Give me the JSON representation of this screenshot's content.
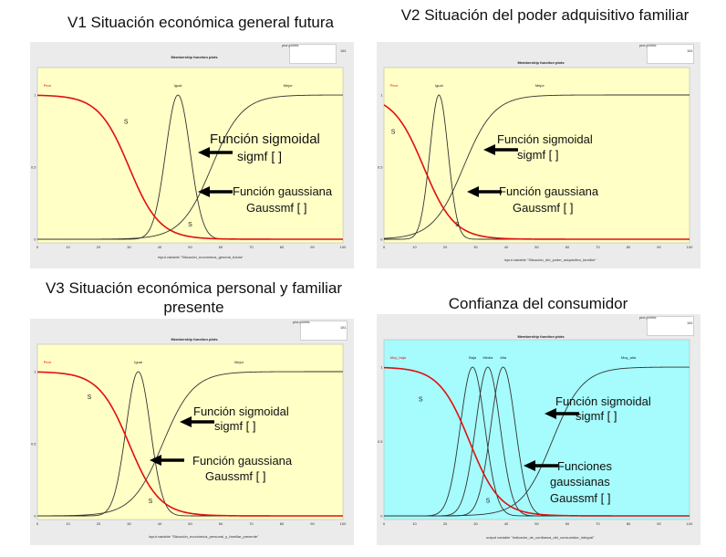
{
  "panels": [
    {
      "title": "V1 Situación económica general futura",
      "plot_title": "Membership function plots",
      "plot_points_label": "plot points:",
      "plot_points": "181",
      "xlabel": "input variable \"Situación_económica_general_futura\"",
      "annotations": {
        "sigmoid_name": "Función sigmoidal",
        "sigmoid_fn": "sigmf [    ]",
        "gauss_name": "Función gaussiana",
        "gauss_fn": "Gaussmf [    ]"
      }
    },
    {
      "title": "V2 Situación del poder adquisitivo familiar",
      "plot_title": "Membership function plots",
      "plot_points_label": "plot points:",
      "plot_points": "181",
      "xlabel": "input variable \"Situación_del_poder_adquisitivo_familiar\"",
      "annotations": {
        "sigmoid_name": "Función sigmoidal",
        "sigmoid_fn": "sigmf [    ]",
        "gauss_name": "Función gaussiana",
        "gauss_fn": "Gaussmf [    ]"
      }
    },
    {
      "title": "V3 Situación económica personal y familiar presente",
      "plot_title": "Membership function plots",
      "plot_points_label": "plot points:",
      "plot_points": "181",
      "xlabel": "input variable \"Situación_económica_personal_y_familiar_presente\"",
      "annotations": {
        "sigmoid_name": "Función sigmoidal",
        "sigmoid_fn": "sigmf [    ]",
        "gauss_name": "Función gaussiana",
        "gauss_fn": "Gaussmf [    ]"
      }
    },
    {
      "title": "Confianza del consumidor",
      "plot_title": "Membership function plots",
      "plot_points_label": "plot points:",
      "plot_points": "181",
      "xlabel": "output variable \"Indicador_de_confianza_del_consumidor_integral\"",
      "annotations": {
        "sigmoid_name": "Función sigmoidal",
        "sigmoid_fn": "sigmf [    ]",
        "gauss_name_1": "Funciones",
        "gauss_name_2": "gaussianas",
        "gauss_fn": "Gaussmf [    ]"
      }
    }
  ],
  "colors": {
    "plot_bg_yellow": "#ffffc6",
    "plot_bg_cyan": "#a6fbfc",
    "selected_curve": "#e01010",
    "curve": "#333333",
    "screen_bg": "#ebebeb"
  },
  "chart_data": [
    {
      "type": "line",
      "xlim": [
        0,
        100
      ],
      "ylim": [
        0,
        1
      ],
      "xticks": [
        "0",
        "10",
        "20",
        "30",
        "40",
        "50",
        "60",
        "70",
        "80",
        "90",
        "100"
      ],
      "yticks": [
        "0",
        "0.5",
        "1"
      ],
      "series": [
        {
          "name": "Peor",
          "kind": "sigmf",
          "a": -0.2,
          "c": 30,
          "selected": true
        },
        {
          "name": "Igual",
          "kind": "gaussmf",
          "sigma": 4,
          "c": 46
        },
        {
          "name": "Mejor",
          "kind": "sigmf",
          "a": 0.2,
          "c": 57
        }
      ],
      "letters": [
        {
          "text": "S",
          "x": 29,
          "y": 0.8
        },
        {
          "text": "S",
          "x": 50,
          "y": 0.09
        }
      ]
    },
    {
      "type": "line",
      "xlim": [
        0,
        100
      ],
      "ylim": [
        0,
        1
      ],
      "xticks": [
        "0",
        "10",
        "20",
        "30",
        "40",
        "50",
        "60",
        "70",
        "80",
        "90",
        "100"
      ],
      "yticks": [
        "0",
        "0.5",
        "1"
      ],
      "series": [
        {
          "name": "Peor",
          "kind": "sigmf",
          "a": -0.2,
          "c": 13,
          "selected": true
        },
        {
          "name": "Igual",
          "kind": "gaussmf",
          "sigma": 3,
          "c": 18
        },
        {
          "name": "Mejor",
          "kind": "sigmf",
          "a": 0.2,
          "c": 26
        }
      ],
      "letters": [
        {
          "text": "S",
          "x": 3,
          "y": 0.73
        },
        {
          "text": "S",
          "x": 24,
          "y": 0.09
        }
      ]
    },
    {
      "type": "line",
      "xlim": [
        0,
        100
      ],
      "ylim": [
        0,
        1
      ],
      "xticks": [
        "0",
        "10",
        "20",
        "30",
        "40",
        "50",
        "60",
        "70",
        "80",
        "90",
        "100"
      ],
      "yticks": [
        "0",
        "0.5",
        "1"
      ],
      "series": [
        {
          "name": "Peor",
          "kind": "sigmf",
          "a": -0.2,
          "c": 30,
          "selected": true
        },
        {
          "name": "Igual",
          "kind": "gaussmf",
          "sigma": 4,
          "c": 33
        },
        {
          "name": "Mejor",
          "kind": "sigmf",
          "a": 0.2,
          "c": 41
        }
      ],
      "letters": [
        {
          "text": "S",
          "x": 17,
          "y": 0.81
        },
        {
          "text": "S",
          "x": 37,
          "y": 0.09
        }
      ]
    },
    {
      "type": "line",
      "xlim": [
        0,
        100
      ],
      "ylim": [
        0,
        1
      ],
      "xticks": [
        "0",
        "10",
        "20",
        "30",
        "40",
        "50",
        "60",
        "70",
        "80",
        "90",
        "100"
      ],
      "yticks": [
        "0",
        "0.5",
        "1"
      ],
      "series": [
        {
          "name": "Muy_baja",
          "kind": "sigmf",
          "a": -0.2,
          "c": 28,
          "selected": true
        },
        {
          "name": "Baja",
          "kind": "gaussmf",
          "sigma": 4,
          "c": 29
        },
        {
          "name": "Media",
          "kind": "gaussmf",
          "sigma": 4,
          "c": 34
        },
        {
          "name": "Alta",
          "kind": "gaussmf",
          "sigma": 4,
          "c": 39
        },
        {
          "name": "Muy_alta",
          "kind": "sigmf",
          "a": 0.2,
          "c": 55
        }
      ],
      "letters": [
        {
          "text": "S",
          "x": 12,
          "y": 0.77
        },
        {
          "text": "S",
          "x": 34,
          "y": 0.09
        }
      ]
    }
  ]
}
